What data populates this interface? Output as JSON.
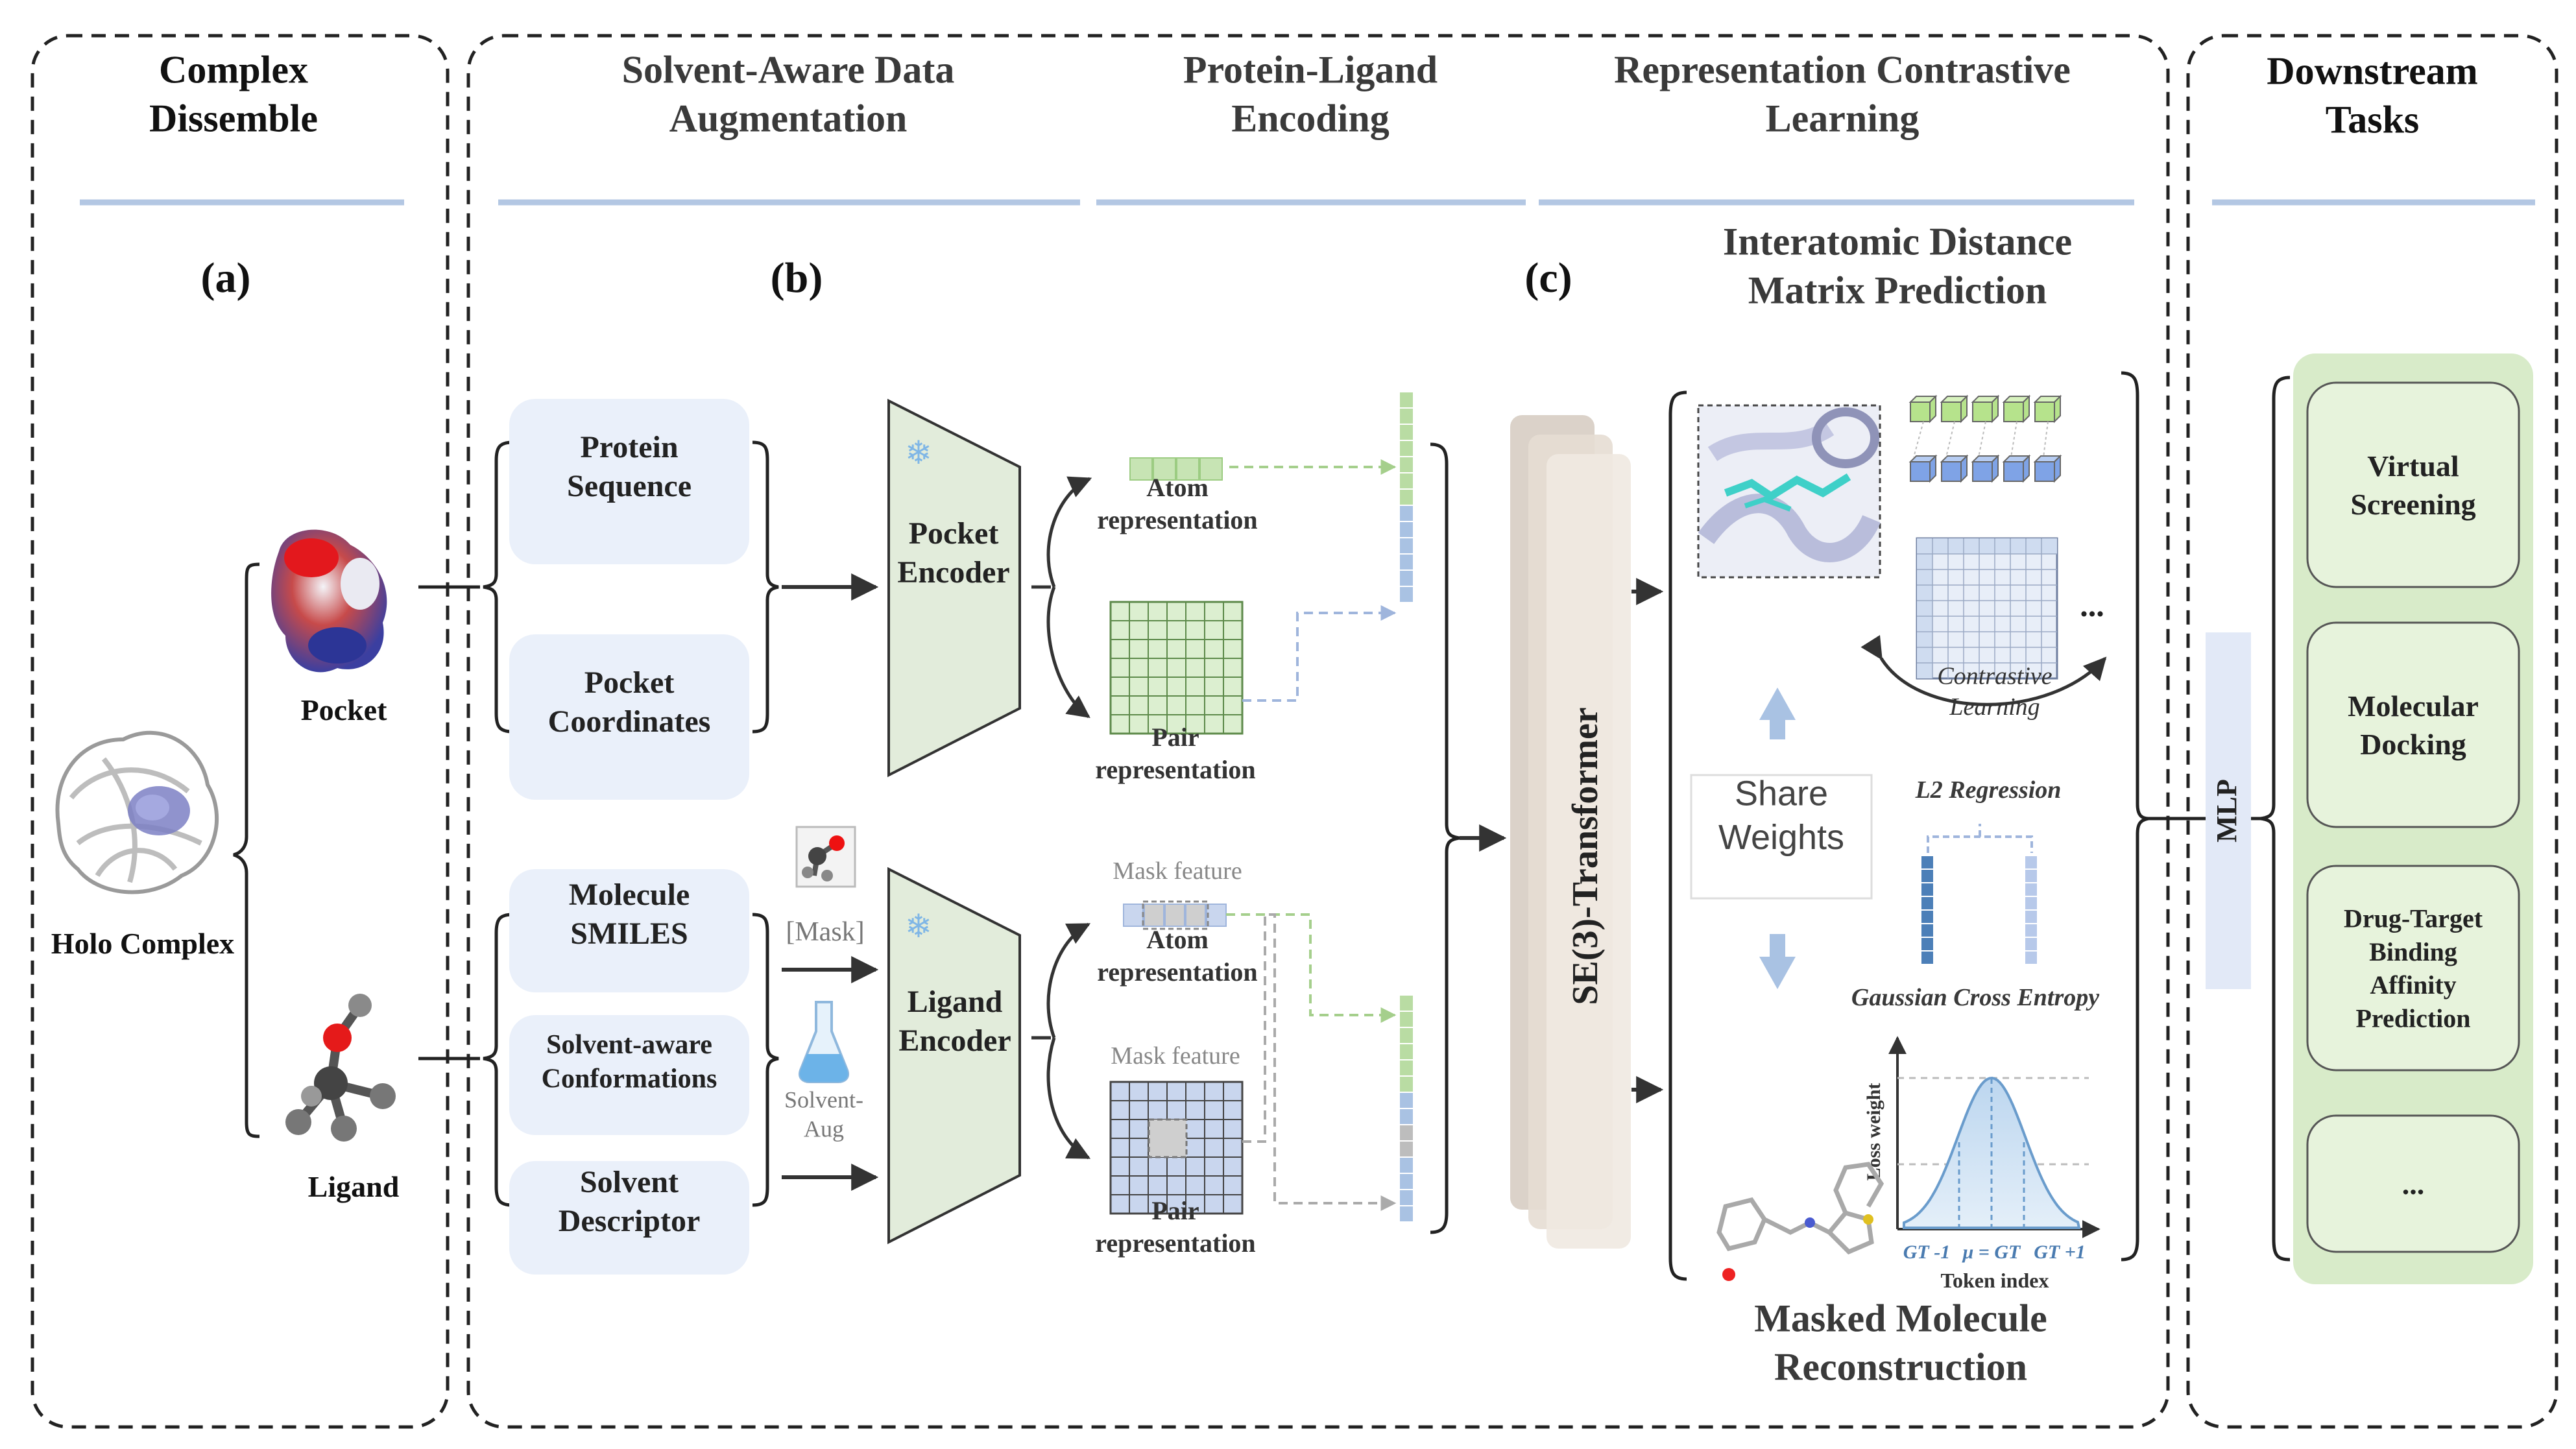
{
  "sections": {
    "complex": "Complex\nDissemble",
    "augmentation": "Solvent-Aware Data\nAugmentation",
    "encoding": "Protein-Ligand\nEncoding",
    "contrastive": "Representation Contrastive\nLearning",
    "downstream": "Downstream\nTasks"
  },
  "panel_labels": {
    "a": "(a)",
    "b": "(b)",
    "c": "(c)"
  },
  "complex_panel": {
    "pocket": "Pocket",
    "ligand": "Ligand",
    "holo": "Holo Complex"
  },
  "inputs": {
    "protein_sequence": "Protein\nSequence",
    "pocket_coordinates": "Pocket\nCoordinates",
    "molecule_smiles": "Molecule\nSMILES",
    "solvent_conformations": "Solvent-aware\nConformations",
    "solvent_descriptor": "Solvent\nDescriptor"
  },
  "augment_labels": {
    "mask": "[Mask]",
    "solvent_aug": "Solvent-\nAug"
  },
  "encoders": {
    "pocket": "Pocket\nEncoder",
    "ligand": "Ligand\nEncoder"
  },
  "representations": {
    "pocket_atom": "Atom\nrepresentation",
    "pocket_pair": "Pair\nrepresentation",
    "mask_feature_1": "Mask feature",
    "ligand_atom": "Atom\nrepresentation",
    "mask_feature_2": "Mask feature",
    "ligand_pair": "Pair\nrepresentation"
  },
  "transformer": "SE(3)-Transformer",
  "tasks_c": {
    "distance_title": "Interatomic Distance\nMatrix Prediction",
    "contrastive_label": "Contrastive\nLearning",
    "ellipsis": "...",
    "share_weights": "Share\nWeights",
    "l2_regression": "L2 Regression",
    "gaussian_ce": "Gaussian Cross Entropy",
    "loss_weight_axis": "Loss weight",
    "token_index_axis": "Token index",
    "tick_left": "GT -1",
    "tick_mid": "μ = GT",
    "tick_right": "GT +1",
    "reconstruction_title": "Masked Molecule\nReconstruction"
  },
  "mlp": "MLP",
  "downstream_tasks": [
    "Virtual\nScreening",
    "Molecular\nDocking",
    "Drug-Target\nBinding\nAffinity\nPrediction",
    "..."
  ],
  "colors": {
    "header_rule": "#b3c7e3",
    "input_box": "#eaf0fa",
    "encoder_fill": "#e2ecdb",
    "atom_green": "#c7e4b4",
    "pair_green": "#dcefd0",
    "pair_blue": "#c9d6ee",
    "task_panel": "#d8ebc9",
    "task_box": "#e7f3dc",
    "mlp_fill": "#e2e9f7",
    "arrow_blue": "#a9c2e3",
    "title_gray": "#3a3a3a"
  }
}
